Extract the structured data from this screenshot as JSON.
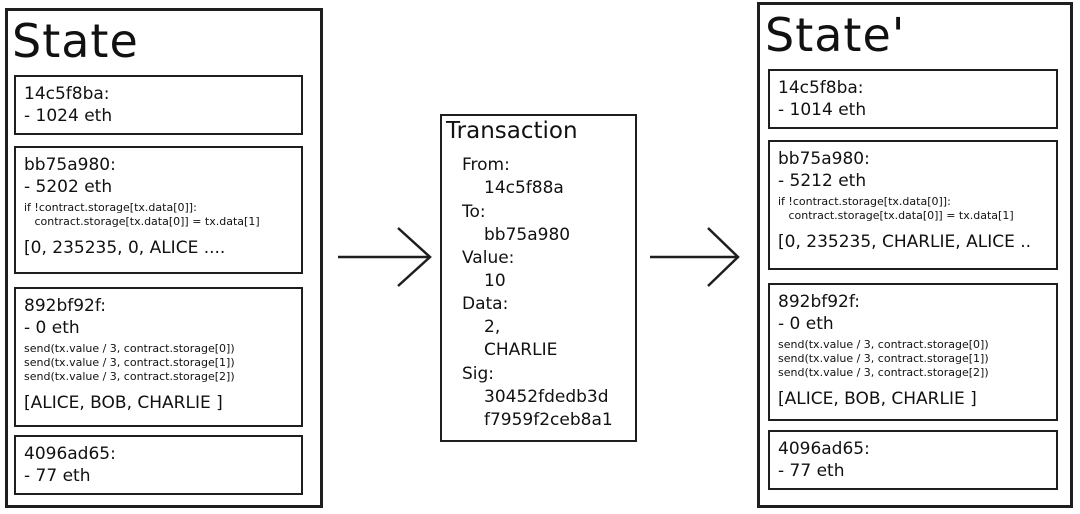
{
  "state_before": {
    "title": "State",
    "accounts": [
      {
        "address": "14c5f8ba:",
        "balance": "- 1024 eth"
      },
      {
        "address": "bb75a980:",
        "balance": "- 5202 eth",
        "code": [
          "if !contract.storage[tx.data[0]]:",
          "   contract.storage[tx.data[0]] = tx.data[1]"
        ],
        "storage": "[0, 235235, 0, ALICE ...."
      },
      {
        "address": "892bf92f:",
        "balance": "- 0 eth",
        "code": [
          "send(tx.value / 3, contract.storage[0])",
          "send(tx.value / 3, contract.storage[1])",
          "send(tx.value / 3, contract.storage[2])"
        ],
        "storage": "[ALICE, BOB, CHARLIE ]"
      },
      {
        "address": "4096ad65:",
        "balance": "- 77 eth"
      }
    ]
  },
  "transaction": {
    "title": "Transaction",
    "from_label": "From:",
    "from_value": "14c5f88a",
    "to_label": "To:",
    "to_value": "bb75a980",
    "value_label": "Value:",
    "value_value": "10",
    "data_label": "Data:",
    "data_values": [
      "2,",
      "CHARLIE"
    ],
    "sig_label": "Sig:",
    "sig_values": [
      "30452fdedb3d",
      "f7959f2ceb8a1"
    ]
  },
  "state_after": {
    "title": "State'",
    "accounts": [
      {
        "address": "14c5f8ba:",
        "balance": "- 1014 eth"
      },
      {
        "address": "bb75a980:",
        "balance": "- 5212 eth",
        "code": [
          "if !contract.storage[tx.data[0]]:",
          "   contract.storage[tx.data[0]] = tx.data[1]"
        ],
        "storage": "[0, 235235, CHARLIE, ALICE .."
      },
      {
        "address": "892bf92f:",
        "balance": "- 0 eth",
        "code": [
          "send(tx.value / 3, contract.storage[0])",
          "send(tx.value / 3, contract.storage[1])",
          "send(tx.value / 3, contract.storage[2])"
        ],
        "storage": "[ALICE, BOB, CHARLIE ]"
      },
      {
        "address": "4096ad65:",
        "balance": "- 77 eth"
      }
    ]
  }
}
